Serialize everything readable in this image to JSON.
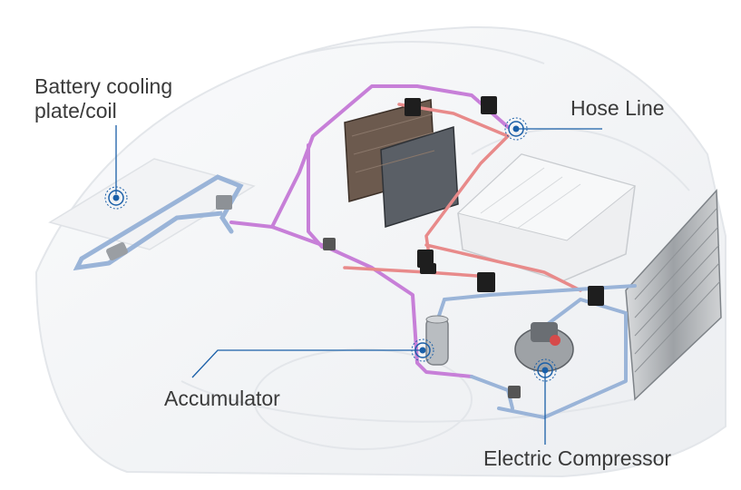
{
  "labels": {
    "battery_line1": "Battery cooling",
    "battery_line2": "plate/coil",
    "hose_line": "Hose Line",
    "accumulator": "Accumulator",
    "compressor": "Electric Compressor"
  },
  "colors": {
    "callout": "#1a5fa8",
    "cold_line": "#9ab4d8",
    "hot_line": "#e88a8a",
    "suction_line": "#c77fd8",
    "body_outline": "#e3e6ea",
    "component_dark": "#333333"
  },
  "icons": [
    "target-marker-icon"
  ]
}
